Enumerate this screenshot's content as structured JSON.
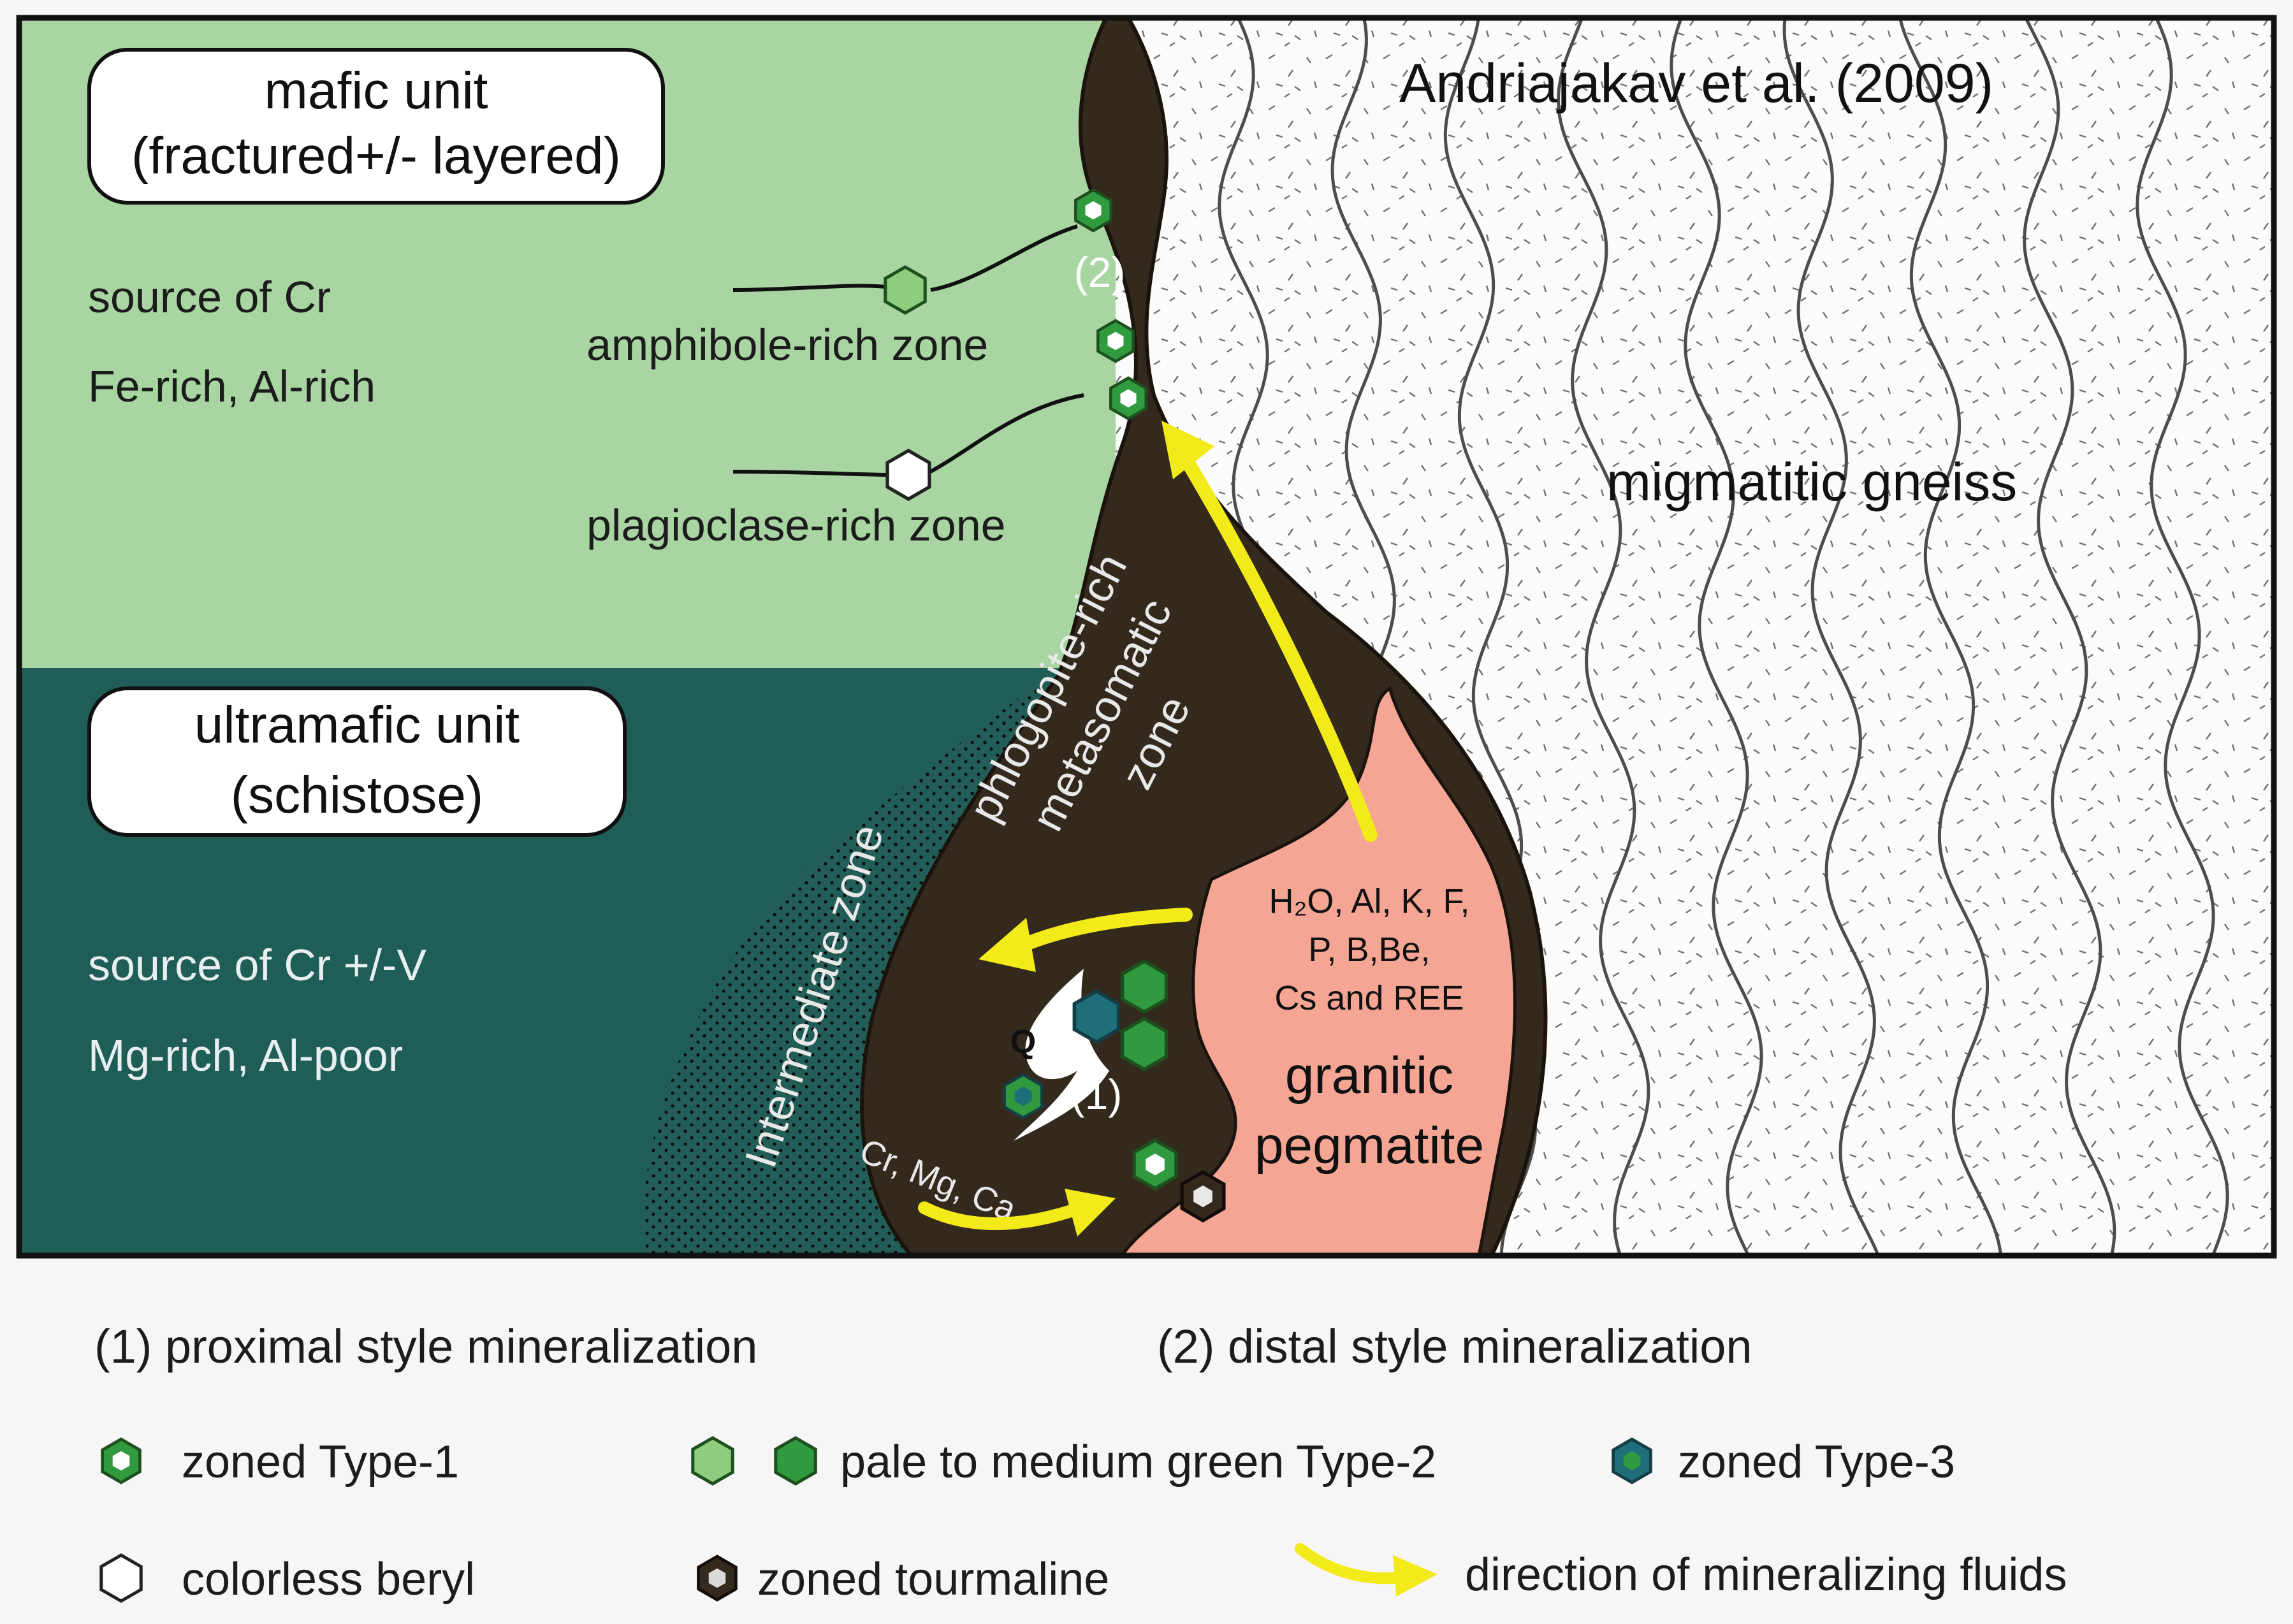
{
  "citation": "Andriajakav et al. (2009)",
  "units": {
    "mafic": {
      "title_line1": "mafic unit",
      "title_line2": "(fractured+/- layered)",
      "source": "source of Cr",
      "composition": "Fe-rich, Al-rich"
    },
    "ultramafic": {
      "title_line1": "ultramafic unit",
      "title_line2": "(schistose)",
      "source": "source of Cr +/-V",
      "composition": "Mg-rich, Al-poor"
    }
  },
  "zones": {
    "gneiss": "migmatitic gneiss",
    "amphibole": "amphibole-rich zone",
    "plagioclase": "plagioclase-rich zone",
    "intermediate": "Intermediate zone",
    "phlogopite_line1": "phlogopite-rich",
    "phlogopite_line2": "metasomatic",
    "phlogopite_line3": "zone",
    "pegmatite_line1": "granitic",
    "pegmatite_line2": "pegmatite"
  },
  "fluids": {
    "line1": "H₂O, Al, K, F,",
    "line2": "P, B,Be,",
    "line3": "Cs and REE",
    "cr_mg_ca": "Cr, Mg, Ca"
  },
  "markers": {
    "distal": "(2)",
    "proximal": "(1)",
    "quartz": "Q"
  },
  "legend": {
    "proximal": "(1) proximal style mineralization",
    "distal": "(2) distal style mineralization",
    "type1": "zoned Type-1",
    "type2": "pale to medium green Type-2",
    "type3": "zoned Type-3",
    "beryl": "colorless beryl",
    "tourmaline": "zoned tourmaline",
    "fluid_direction": "direction of mineralizing fluids"
  },
  "colors": {
    "mafic": "#a8d5a2",
    "ultramafic": "#1f5e57",
    "metasomatic": "#34291d",
    "pegmatite": "#f4a593",
    "gneiss_bg": "#fbfbfb",
    "fluid_arrow": "#f3ea1a",
    "beryl_pale": "#8fcc7e",
    "beryl_medium": "#2f9a3e",
    "beryl_type3": "#1f6f7a",
    "beryl_dark_outline": "#1e4f1e"
  }
}
